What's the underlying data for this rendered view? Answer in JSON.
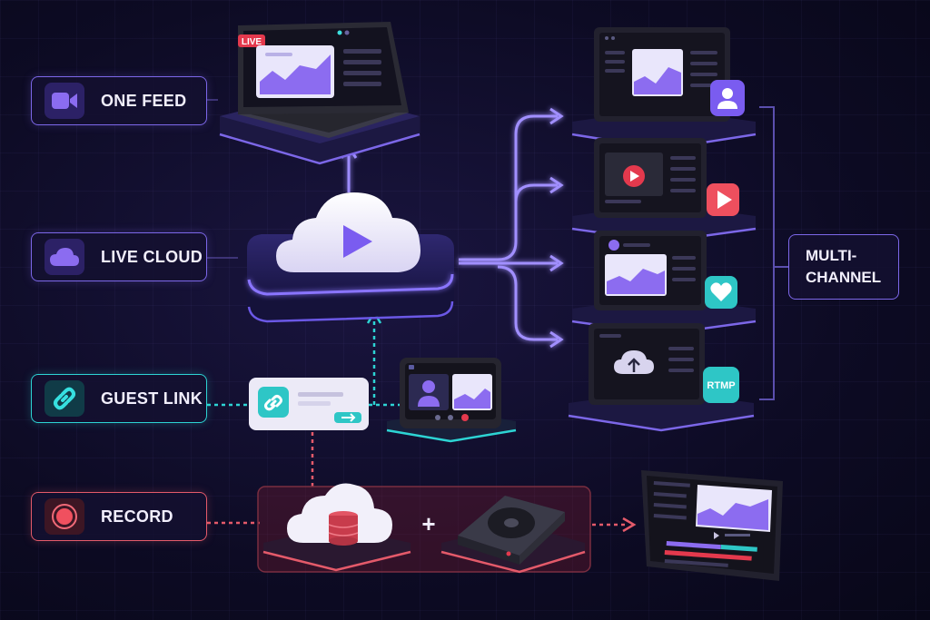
{
  "labels": {
    "one_feed": "ONE FEED",
    "live_cloud": "LIVE CLOUD",
    "guest_link": "GUEST LINK",
    "record": "RECORD",
    "multi_channel_line1": "MULTI-",
    "multi_channel_line2": "CHANNEL"
  },
  "badges": {
    "live": "LIVE",
    "rtmp": "RTMP",
    "plus": "+"
  },
  "colors": {
    "accent_purple": "#7c67e8",
    "accent_teal": "#2dd4d4",
    "accent_red": "#e45a6a",
    "background": "#0d0b24"
  },
  "icons": {
    "one_feed": "video-camera-icon",
    "live_cloud": "cloud-icon",
    "guest_link": "link-icon",
    "record": "record-icon"
  }
}
